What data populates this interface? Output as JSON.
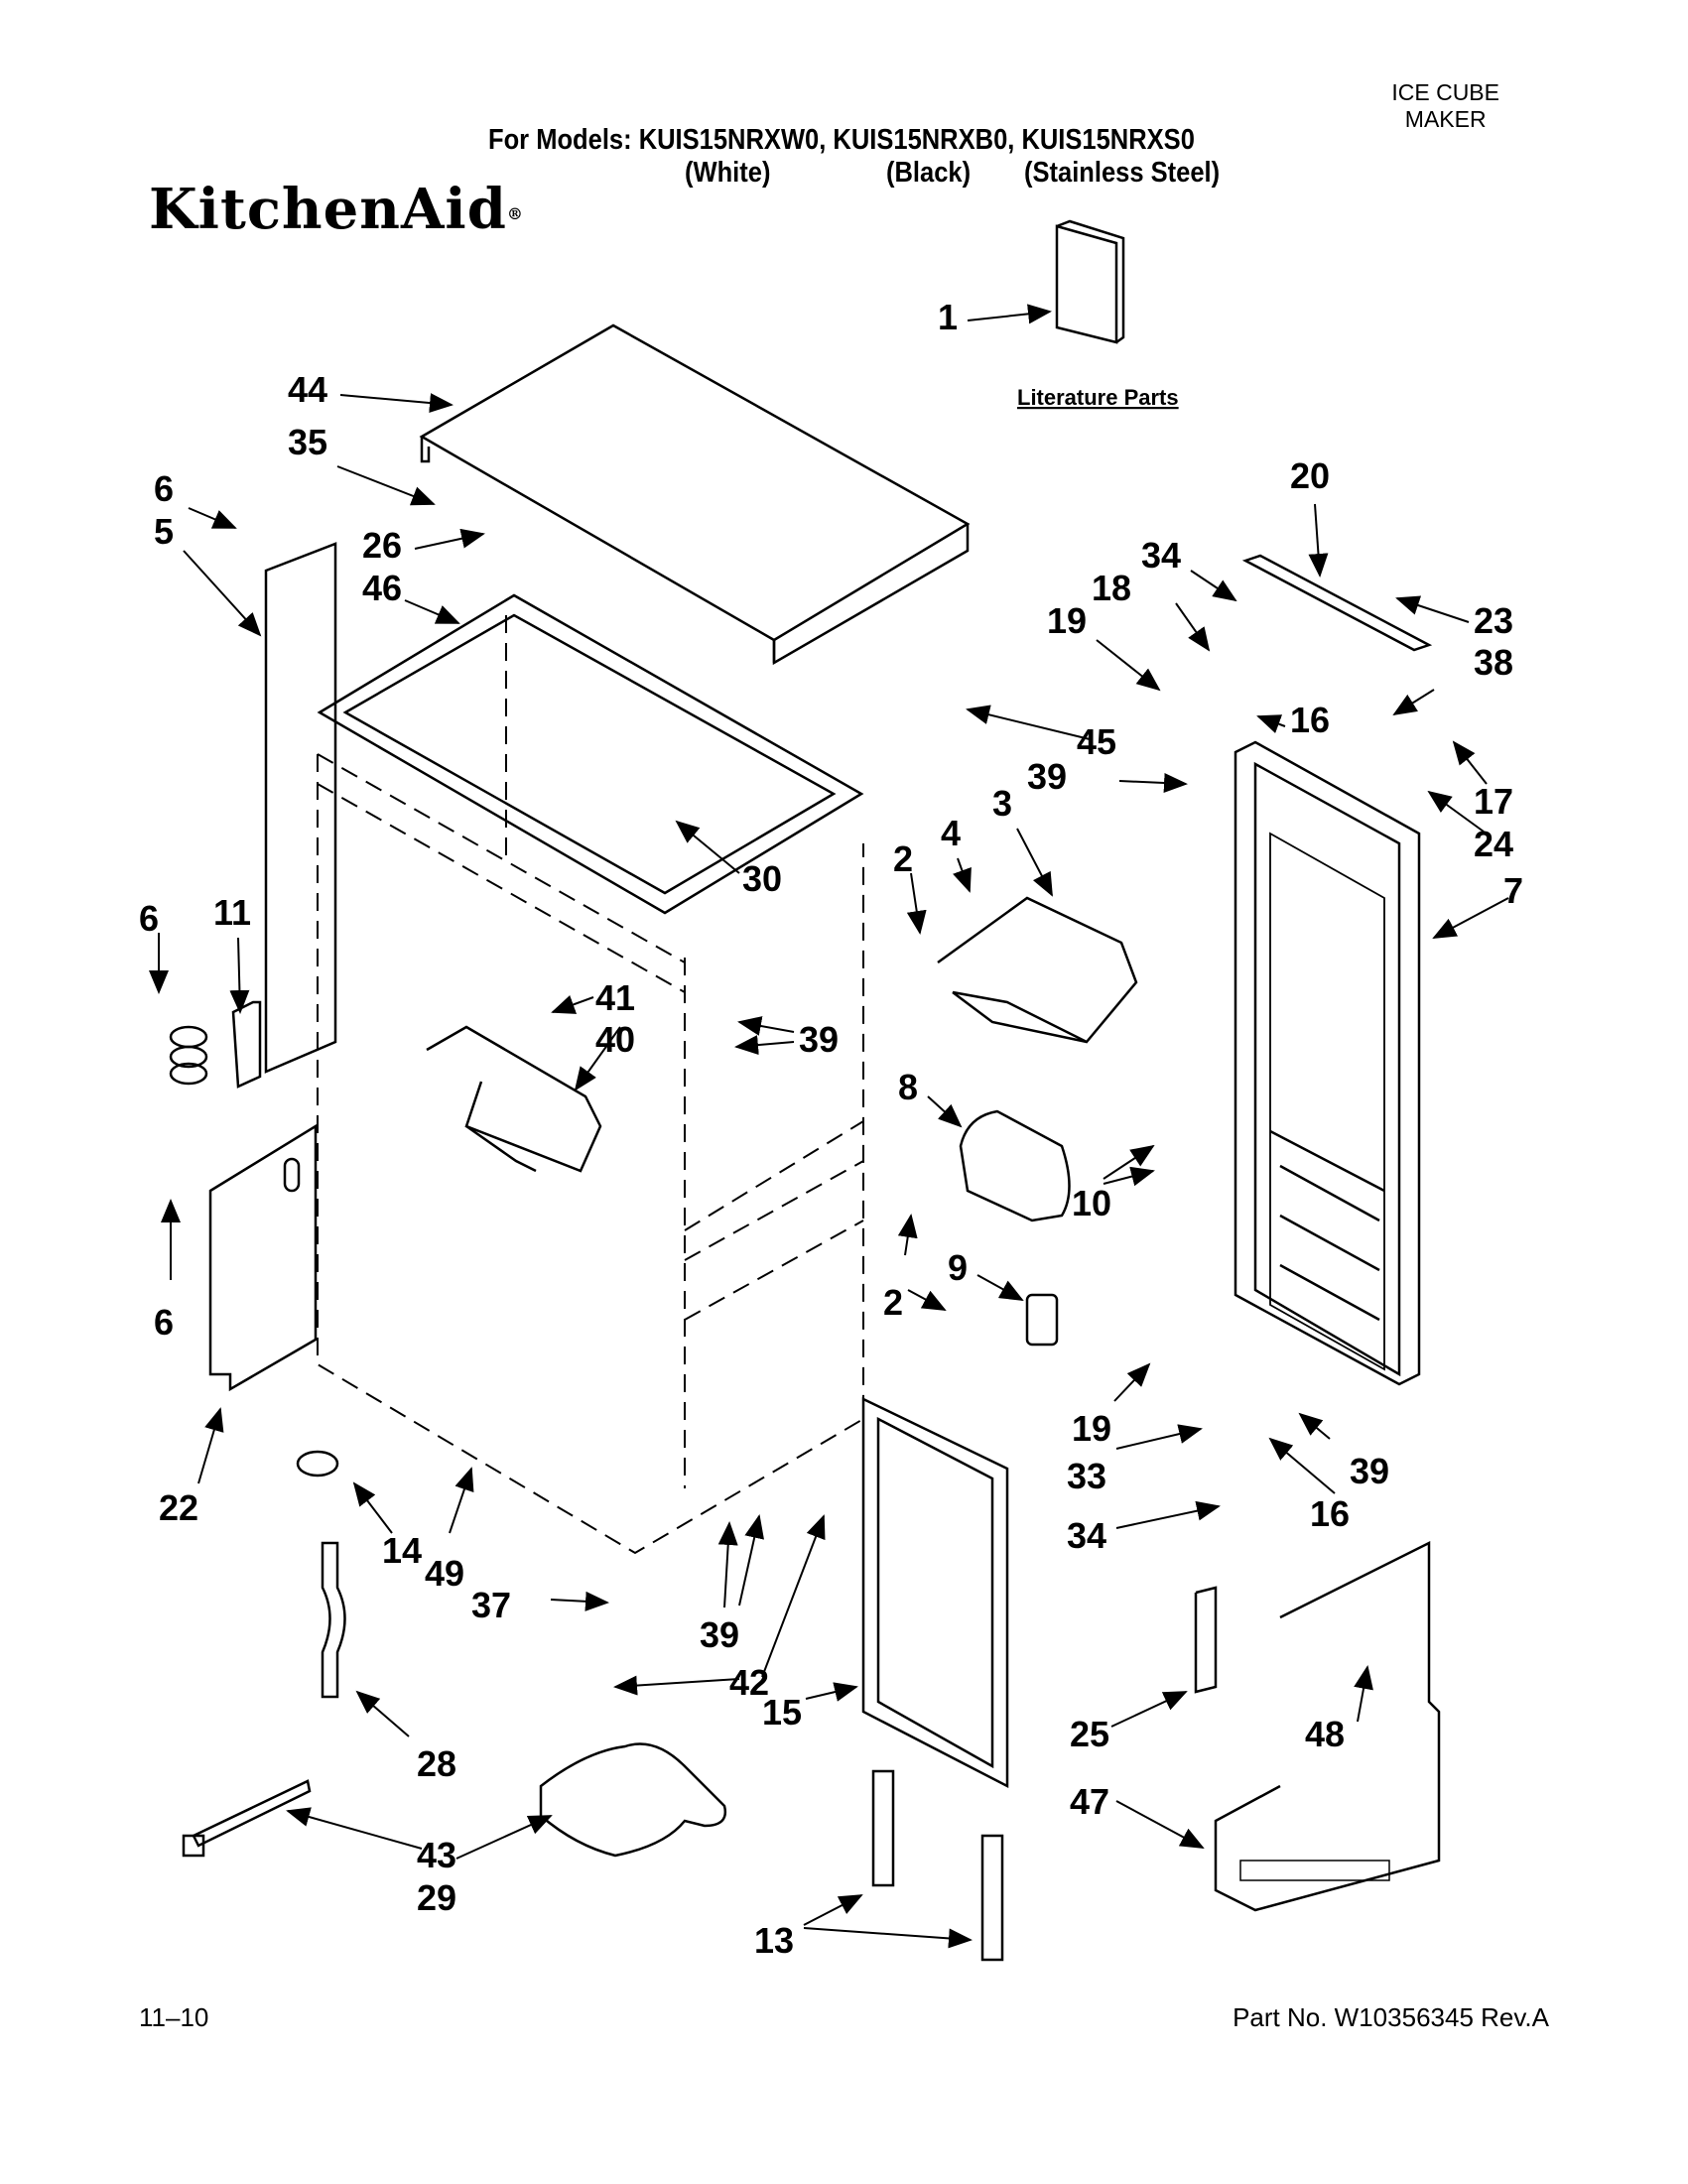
{
  "header": {
    "section_title_line1": "ICE CUBE",
    "section_title_line2": "MAKER",
    "models_line": "For Models: KUIS15NRXW0, KUIS15NRXB0, KUIS15NRXS0",
    "variant_white": "(White)",
    "variant_black": "(Black)",
    "variant_stainless": "(Stainless Steel)",
    "brand": "KitchenAid",
    "brand_mark": "®"
  },
  "diagram": {
    "literature_label": "Literature Parts",
    "callouts": [
      "1",
      "44",
      "35",
      "6",
      "5",
      "26",
      "46",
      "20",
      "34",
      "18",
      "19",
      "23",
      "38",
      "16",
      "45",
      "39",
      "17",
      "24",
      "3",
      "4",
      "2",
      "30",
      "7",
      "6",
      "11",
      "41",
      "40",
      "39",
      "8",
      "10",
      "9",
      "2",
      "6",
      "22",
      "19",
      "33",
      "39",
      "16",
      "34",
      "14",
      "49",
      "37",
      "39",
      "42",
      "15",
      "28",
      "25",
      "48",
      "47",
      "43",
      "29",
      "13"
    ]
  },
  "footer": {
    "date_code": "11–10",
    "part_number": "Part No. W10356345 Rev.A"
  }
}
